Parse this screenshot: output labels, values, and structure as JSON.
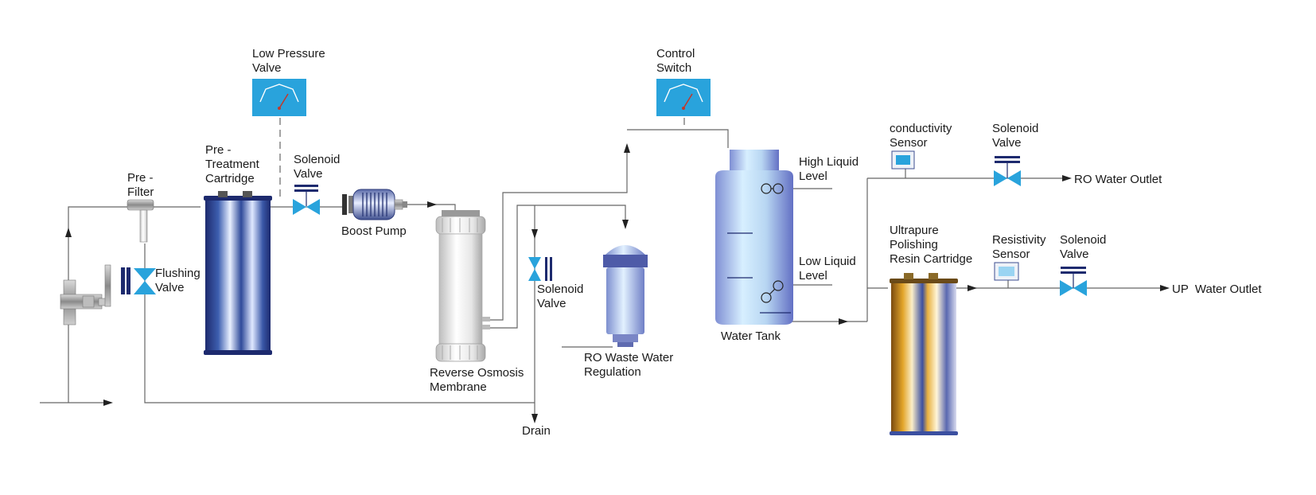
{
  "diagram": {
    "labels": {
      "low_pressure_valve": [
        "Low Pressure",
        "Valve"
      ],
      "control_switch": [
        "Control",
        "Switch"
      ],
      "pre_filter": [
        "Pre -",
        "Filter"
      ],
      "pretreatment_cartridge": [
        "Pre -",
        "Treatment",
        "Cartridge"
      ],
      "solenoid_valve_1": [
        "Solenoid",
        "Valve"
      ],
      "boost_pump": [
        "Boost Pump"
      ],
      "flushing_valve": [
        "Flushing",
        "Valve"
      ],
      "ro_membrane": [
        "Reverse Osmosis",
        "Membrane"
      ],
      "solenoid_valve_2": [
        "Solenoid",
        "Valve"
      ],
      "ro_waste_water": [
        "RO Waste Water",
        "Regulation"
      ],
      "drain": [
        "Drain"
      ],
      "high_liquid_level": [
        "High Liquid",
        "Level"
      ],
      "low_liquid_level": [
        "Low Liquid",
        "Level"
      ],
      "water_tank": [
        "Water Tank"
      ],
      "conductivity_sensor": [
        "conductivity",
        "Sensor"
      ],
      "solenoid_valve_3": [
        "Solenoid",
        "Valve"
      ],
      "ro_water_outlet": [
        "RO Water Outlet"
      ],
      "ultrapure_cartridge": [
        "Ultrapure",
        "Polishing",
        "Resin Cartridge"
      ],
      "resistivity_sensor": [
        "Resistivity",
        "Sensor"
      ],
      "solenoid_valve_4": [
        "Solenoid",
        "Valve"
      ],
      "up_water_outlet": [
        "UP  Water Outlet"
      ]
    },
    "colors": {
      "gauge": "#29a3dc",
      "valve": "#29a3dc",
      "pipe": "#666666",
      "cartridge_blue": "#2a3e8a",
      "cartridge_gold": "#d99a1c",
      "tank": "#9aa8e0"
    }
  }
}
